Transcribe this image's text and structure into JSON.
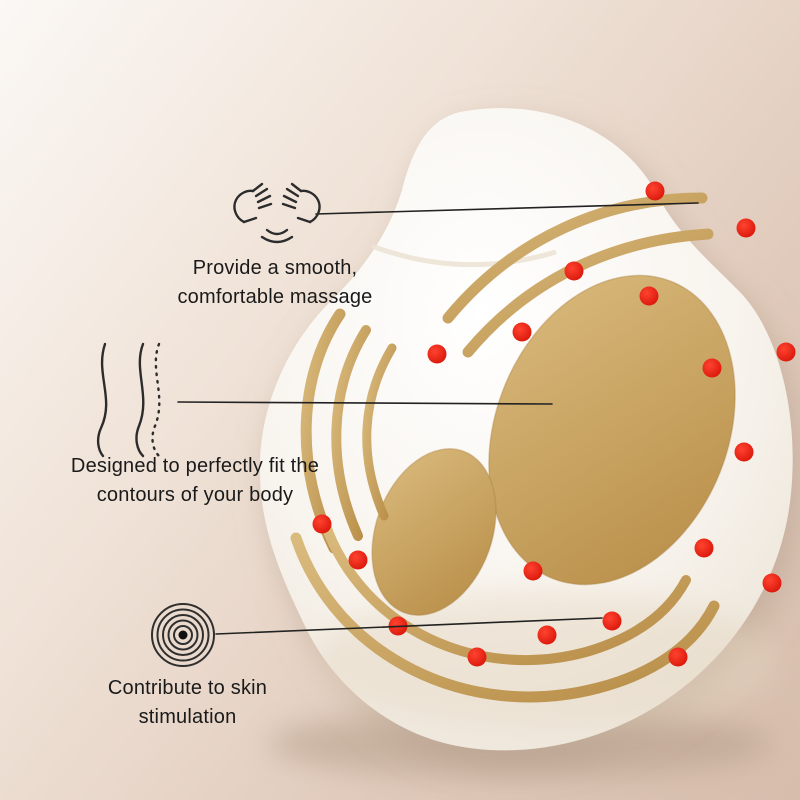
{
  "page": {
    "type": "product-feature-infographic",
    "background_top_color": "#fbf8f5",
    "background_bottom_color": "#d6bdac"
  },
  "product": {
    "name": "body massage device head",
    "body_color": "#faf6f0",
    "ridge_color": "#c49c58",
    "oval_color": "#c8a25e",
    "node_color": "#e11b0e",
    "node_count": 19
  },
  "annotations": [
    {
      "icon": "hands-massage-icon",
      "label": "Provide a smooth, comfortable massage"
    },
    {
      "icon": "body-contour-icon",
      "label": "Designed to perfectly fit the contours of your body"
    },
    {
      "icon": "spiral-stimulation-icon",
      "label": "Contribute to skin stimulation"
    }
  ]
}
